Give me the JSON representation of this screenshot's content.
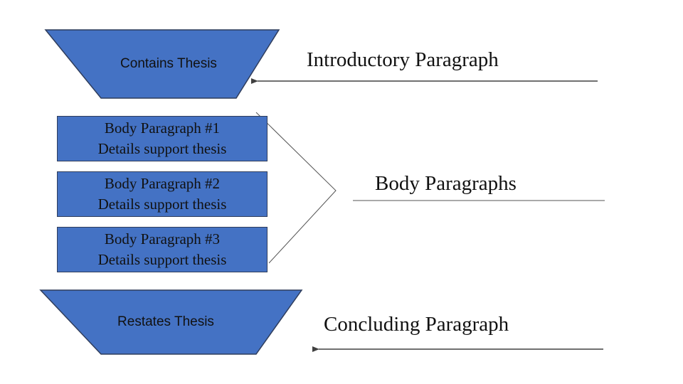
{
  "colors": {
    "shape_fill": "#4472c4",
    "shape_stroke": "#2f3d5c",
    "line": "#404040"
  },
  "intro": {
    "shape_text": "Contains Thesis",
    "label": "Introductory Paragraph"
  },
  "body": {
    "items": [
      {
        "title": "Body Paragraph #1",
        "detail": "Details support thesis"
      },
      {
        "title": "Body Paragraph #2",
        "detail": "Details support thesis"
      },
      {
        "title": "Body Paragraph #3",
        "detail": "Details support thesis"
      }
    ],
    "label": "Body Paragraphs"
  },
  "conclusion": {
    "shape_text": "Restates Thesis",
    "label": "Concluding Paragraph"
  }
}
